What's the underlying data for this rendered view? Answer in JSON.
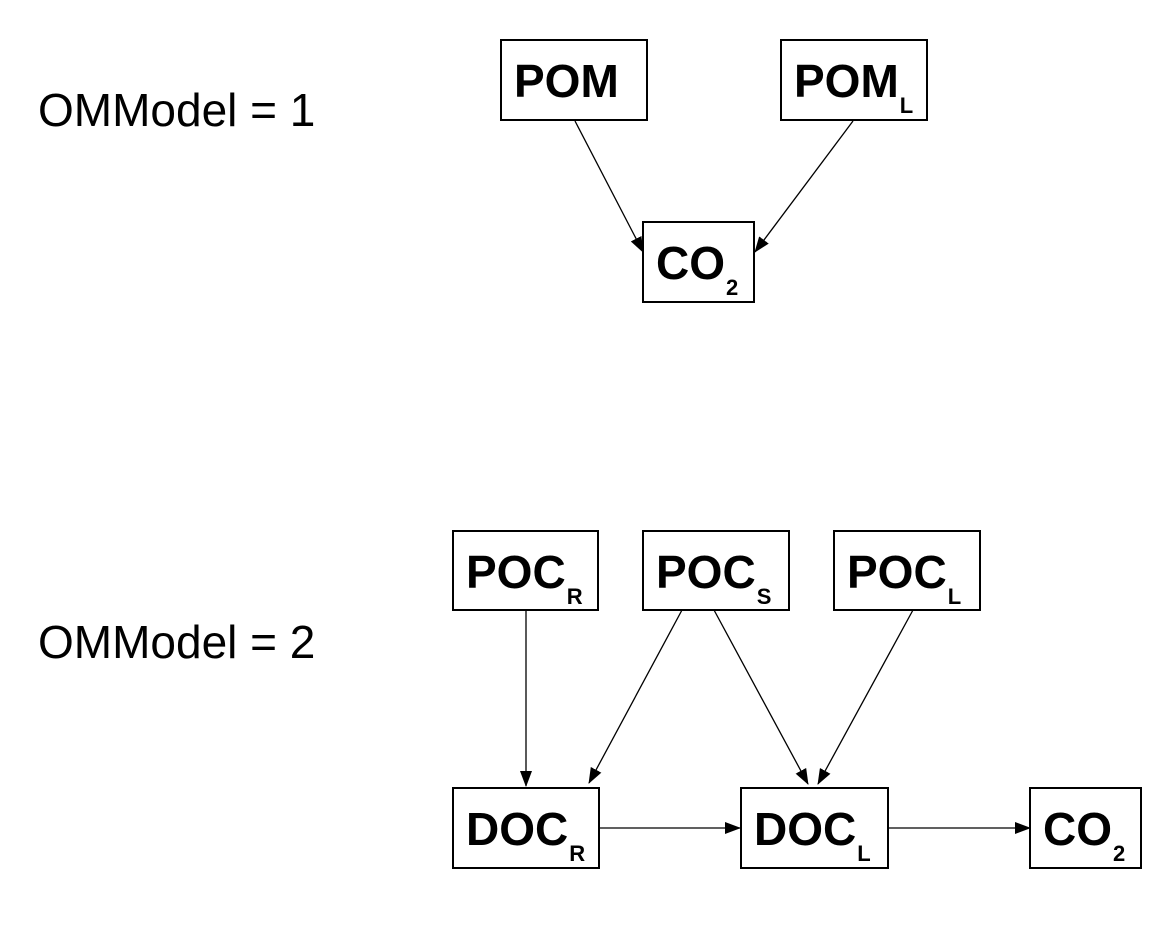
{
  "model1": {
    "label": "OMModel = 1",
    "nodes": {
      "pom": {
        "main": "POM",
        "sub": ""
      },
      "pom_l": {
        "main": "POM",
        "sub": "L"
      },
      "co2": {
        "main": "CO",
        "sub": "2"
      }
    }
  },
  "model2": {
    "label": "OMModel = 2",
    "nodes": {
      "poc_r": {
        "main": "POC",
        "sub": "R"
      },
      "poc_s": {
        "main": "POC",
        "sub": "S"
      },
      "poc_l": {
        "main": "POC",
        "sub": "L"
      },
      "doc_r": {
        "main": "DOC",
        "sub": "R"
      },
      "doc_l": {
        "main": "DOC",
        "sub": "L"
      },
      "co2": {
        "main": "CO",
        "sub": "2"
      }
    }
  },
  "edges": [
    {
      "from": "model1.pom",
      "to": "model1.co2"
    },
    {
      "from": "model1.pom_l",
      "to": "model1.co2"
    },
    {
      "from": "model2.poc_r",
      "to": "model2.doc_r"
    },
    {
      "from": "model2.poc_s",
      "to": "model2.doc_r"
    },
    {
      "from": "model2.poc_s",
      "to": "model2.doc_l"
    },
    {
      "from": "model2.poc_l",
      "to": "model2.doc_l"
    },
    {
      "from": "model2.doc_r",
      "to": "model2.doc_l"
    },
    {
      "from": "model2.doc_l",
      "to": "model2.co2"
    }
  ]
}
